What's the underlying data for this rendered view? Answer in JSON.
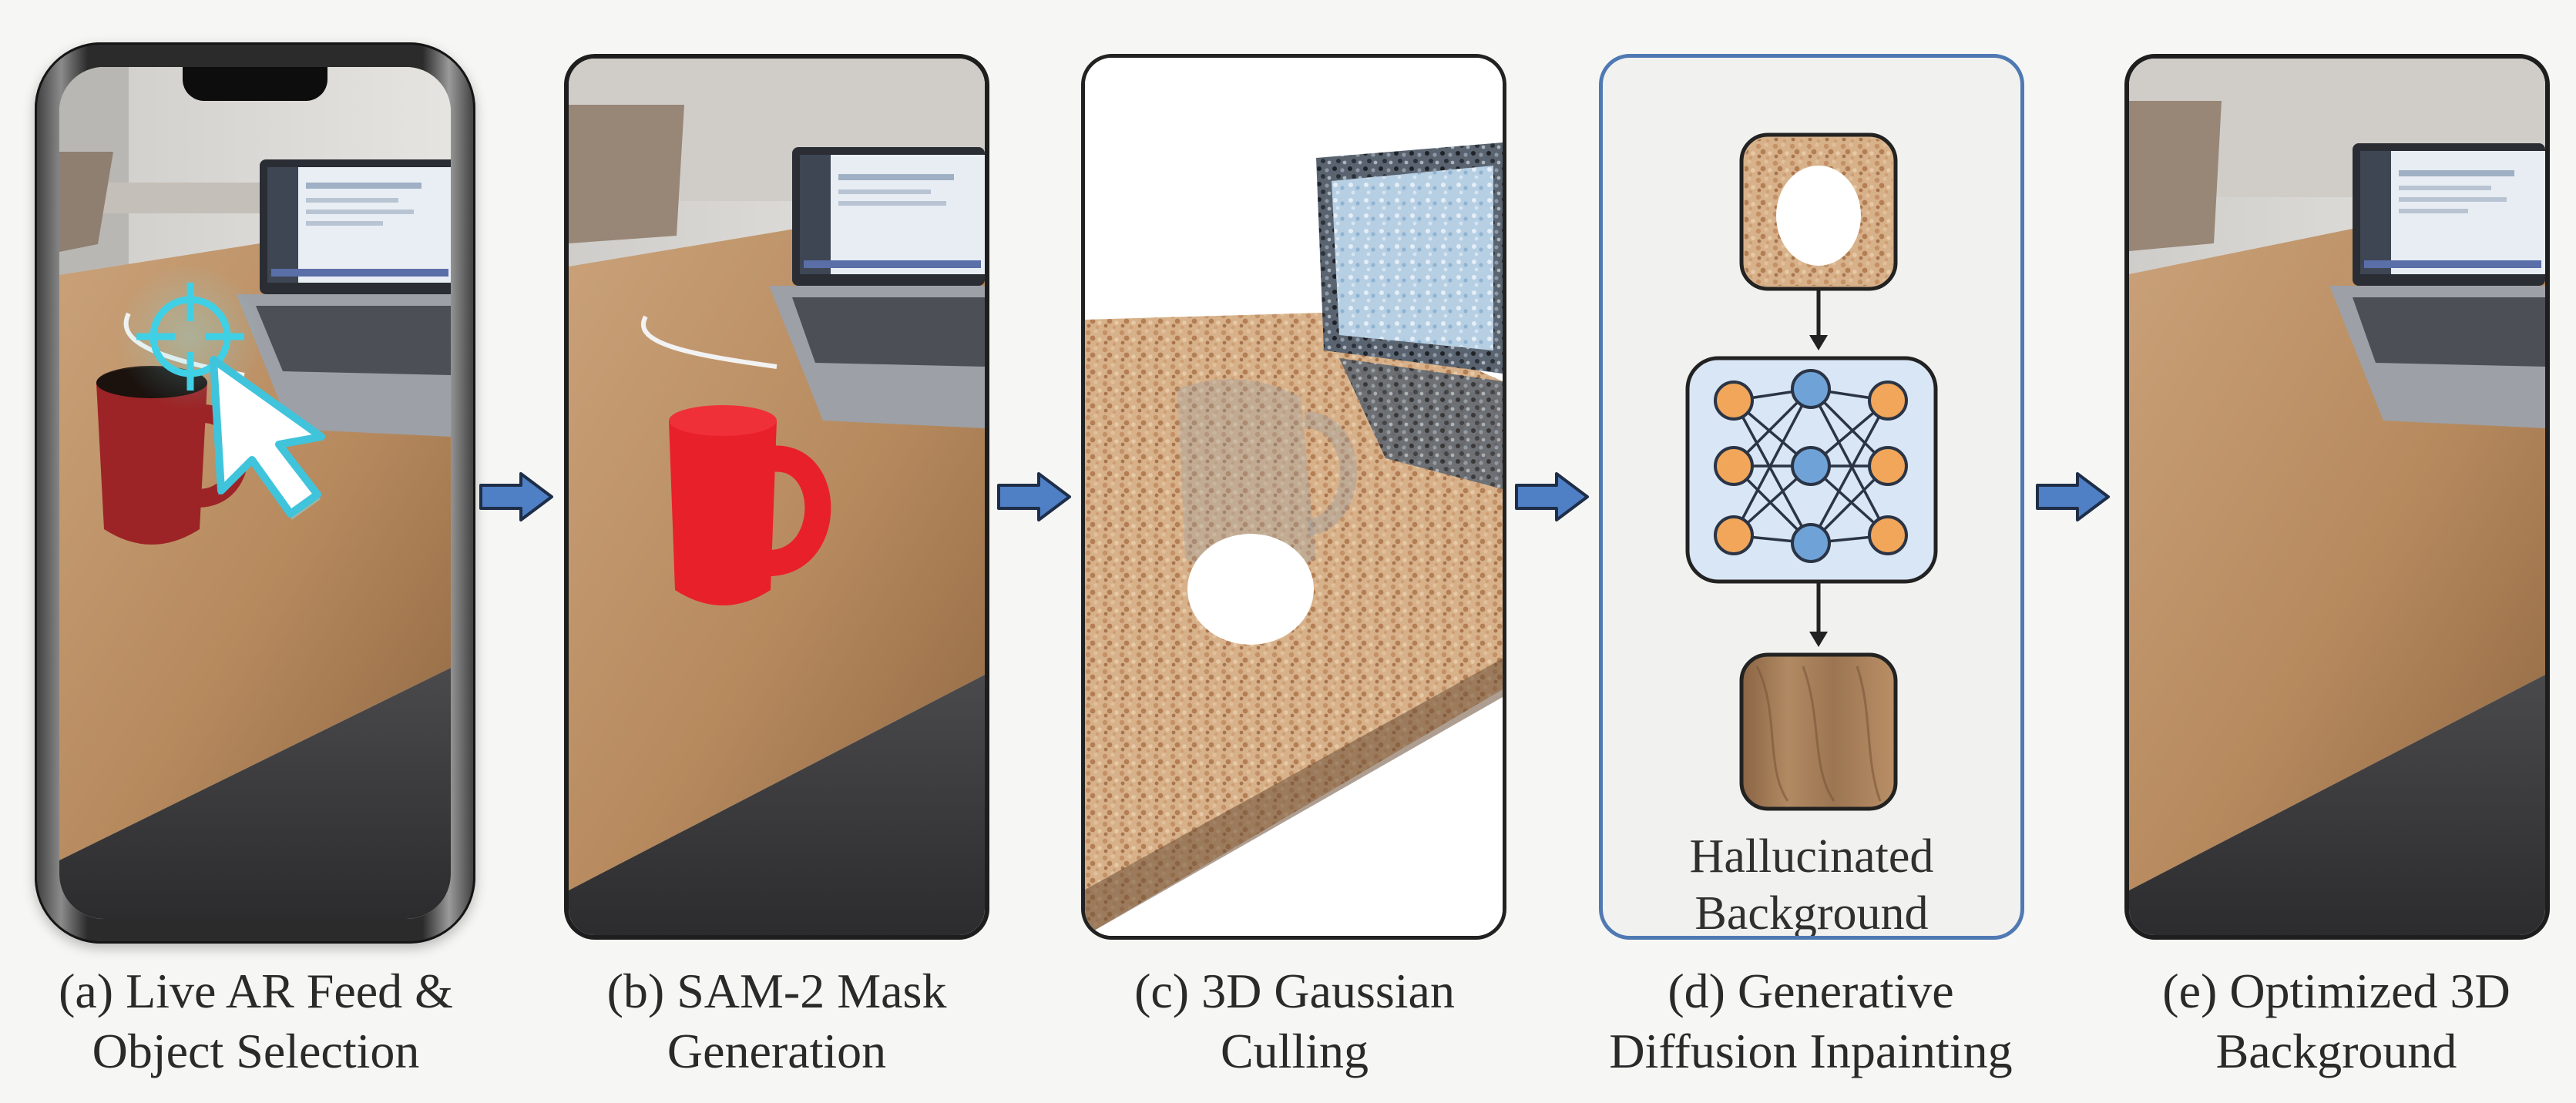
{
  "panels": [
    {
      "id": "a",
      "caption_line1": "(a) Live AR Feed &",
      "caption_line2": "Object Selection"
    },
    {
      "id": "b",
      "caption_line1": "(b) SAM-2 Mask",
      "caption_line2": "Generation"
    },
    {
      "id": "c",
      "caption_line1": "(c) 3D Gaussian",
      "caption_line2": "Culling"
    },
    {
      "id": "d",
      "caption_line1": "(d) Generative",
      "caption_line2": "Diffusion Inpainting",
      "label_line1": "Hallucinated",
      "label_line2": "Background"
    },
    {
      "id": "e",
      "caption_line1": "(e) Optimized 3D",
      "caption_line2": "Background"
    }
  ],
  "colors": {
    "flow_arrow": "#4f7fc4",
    "mask_red": "#e8202a",
    "selection_cyan": "#3fd0e6",
    "node_orange": "#f1a65a",
    "node_blue": "#6fa3d8",
    "panel_d_border": "#4f79b3"
  },
  "icons": [
    "crosshair-icon",
    "cursor-arrow-icon",
    "flow-arrow-icon",
    "neural-network-icon"
  ]
}
